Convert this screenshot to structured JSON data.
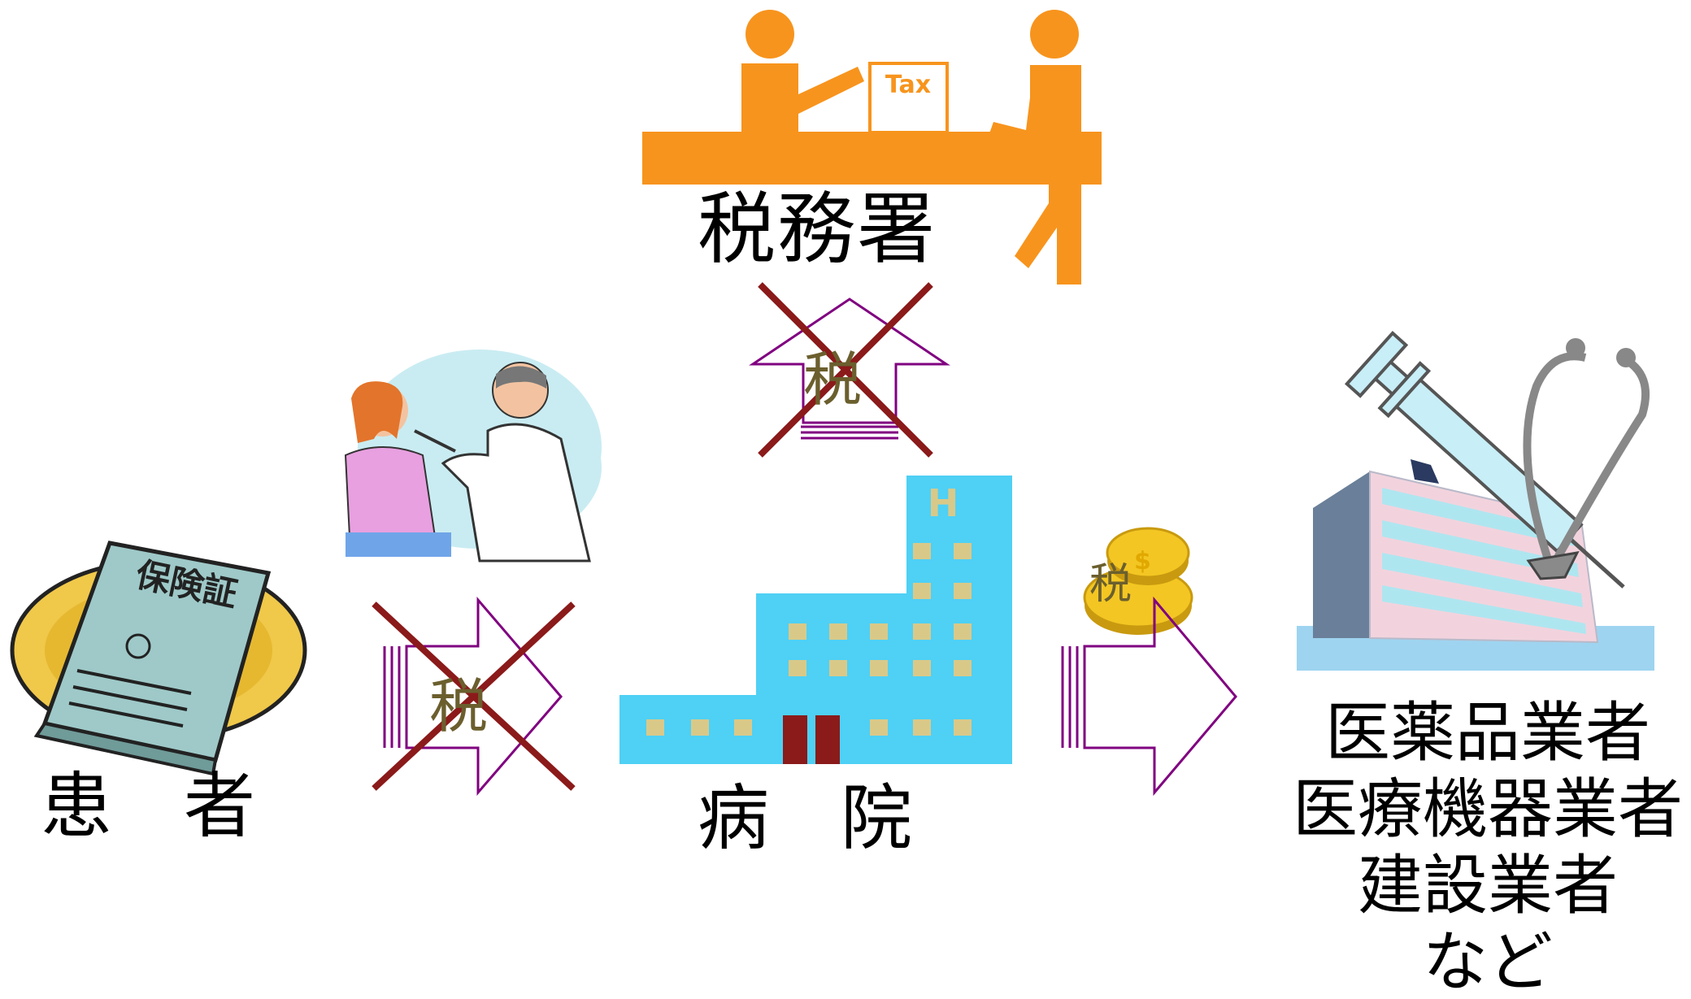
{
  "labels": {
    "tax_office": "税務署",
    "patient": "患　者",
    "hospital": "病　院",
    "tax_sign_text": "Tax",
    "insurance_card_text": "保険証",
    "hospital_sign_letter": "H"
  },
  "vendors": [
    "医薬品業者",
    "医療機器業者",
    "建設業者",
    "など"
  ],
  "tax_marks": {
    "up_arrow": "税",
    "patient_arrow": "税",
    "coin": "税"
  },
  "colors": {
    "tax_office_orange": "#f7941d",
    "arrow_purple": "#800080",
    "cross_red": "#8b1a1a",
    "tax_text": "#6b5f2e",
    "hospital_blue": "#4fd0f5",
    "coin_gold": "#f3c623"
  },
  "icons": [
    "tax-office-icon",
    "doctor-patient-icon",
    "insurance-card-icon",
    "hospital-building-icon",
    "gold-coins-icon",
    "medical-supplies-icon"
  ]
}
